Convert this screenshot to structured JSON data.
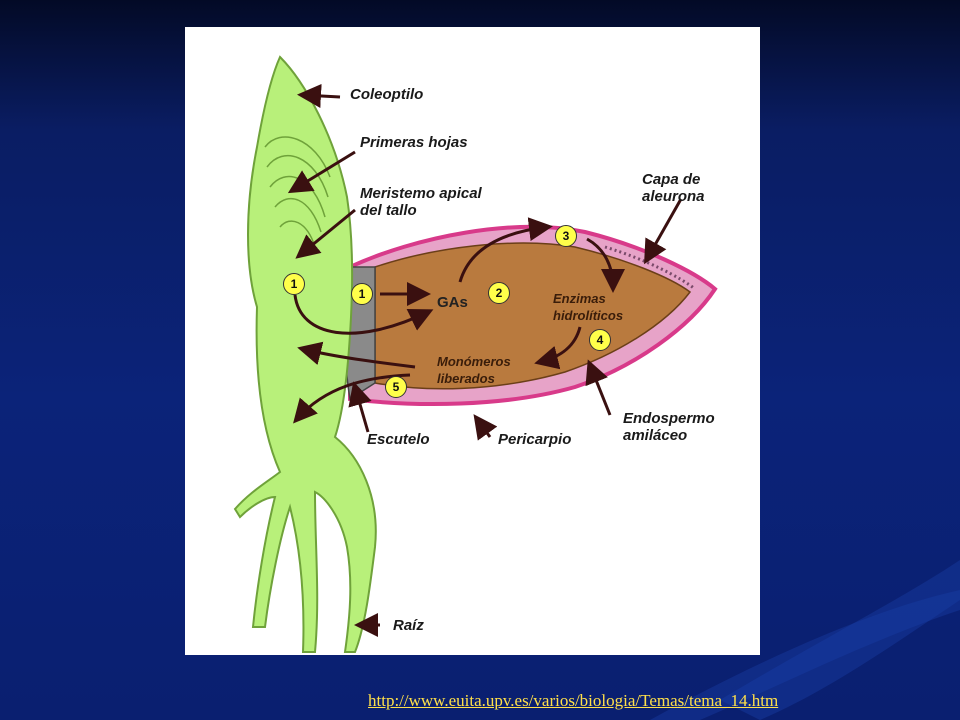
{
  "labels": {
    "coleoptilo": "Coleoptilo",
    "primeras_hojas": "Primeras hojas",
    "meristemo": "Meristemo apical\ndel tallo",
    "capa_aleurona": "Capa de\naleurona",
    "gas": "GAs",
    "enzimas": "Enzimas\nhidrolíticos",
    "monomeros": "Monómeros\nliberados",
    "escutelo": "Escutelo",
    "pericarpio": "Pericarpio",
    "endospermo": "Endospermo\namiláceo",
    "raiz": "Raíz"
  },
  "steps": {
    "s1a": "1",
    "s1b": "1",
    "s2": "2",
    "s3": "3",
    "s4": "4",
    "s5": "5"
  },
  "source_link": "http://www.euita.upv.es/varios/biologia/Temas/tema_14.htm",
  "colors": {
    "plant_green": "#b8f07a",
    "endosperm": "#b97a3e",
    "aleurone": "#e7a3c8",
    "pericarp": "#d83a8a",
    "scutellum": "#8a8a8a",
    "badge": "#ffff4a"
  }
}
